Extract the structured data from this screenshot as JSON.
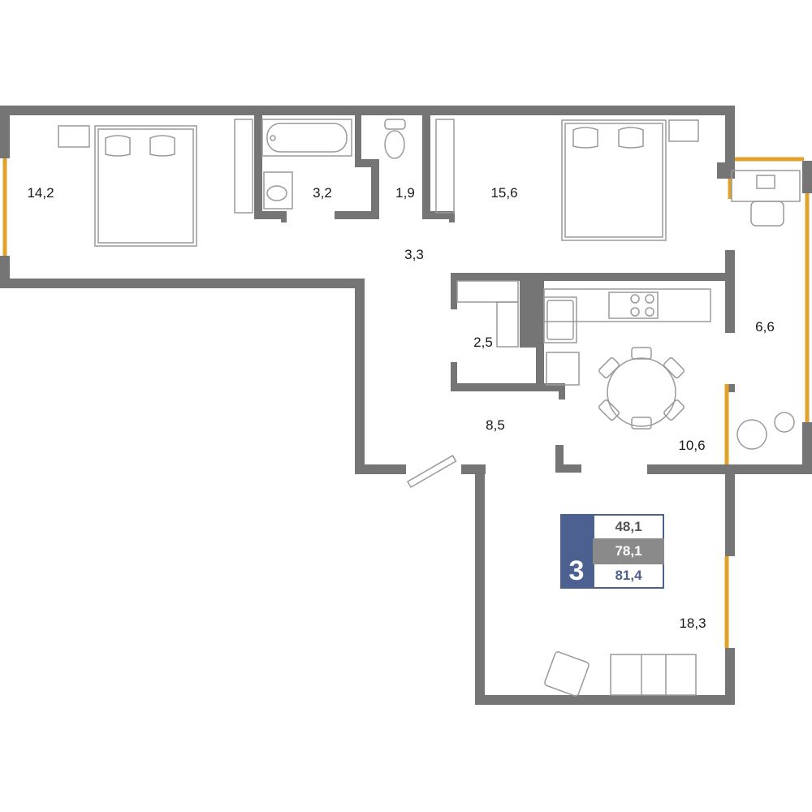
{
  "rooms": {
    "bedroom_left": "14,2",
    "bathroom": "3,2",
    "toilet": "1,9",
    "bedroom_right": "15,6",
    "corridor": "3,3",
    "closet": "2,5",
    "hall": "8,5",
    "balcony": "6,6",
    "kitchen": "10,6",
    "living": "18,3"
  },
  "summary": {
    "rooms_count": "3",
    "living_area": "48,1",
    "total_area": "78,1",
    "total_with_balcony": "81,4"
  },
  "colors": {
    "wall": "#757575",
    "window": "#e0a22a",
    "furniture": "#9a9a9a",
    "accent": "#4d6190"
  }
}
